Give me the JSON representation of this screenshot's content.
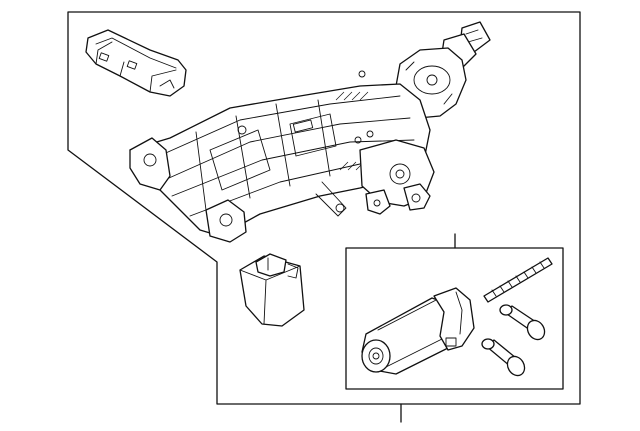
{
  "diagram": {
    "type": "exploded-parts-illustration",
    "background": "#ffffff",
    "line_color": "#111111",
    "callout_count": 2,
    "parts": [
      "steering-column-assembly",
      "trim-bracket",
      "control-module",
      "adjustment-motor",
      "threaded-rod",
      "pin-upper",
      "pin-lower"
    ]
  }
}
